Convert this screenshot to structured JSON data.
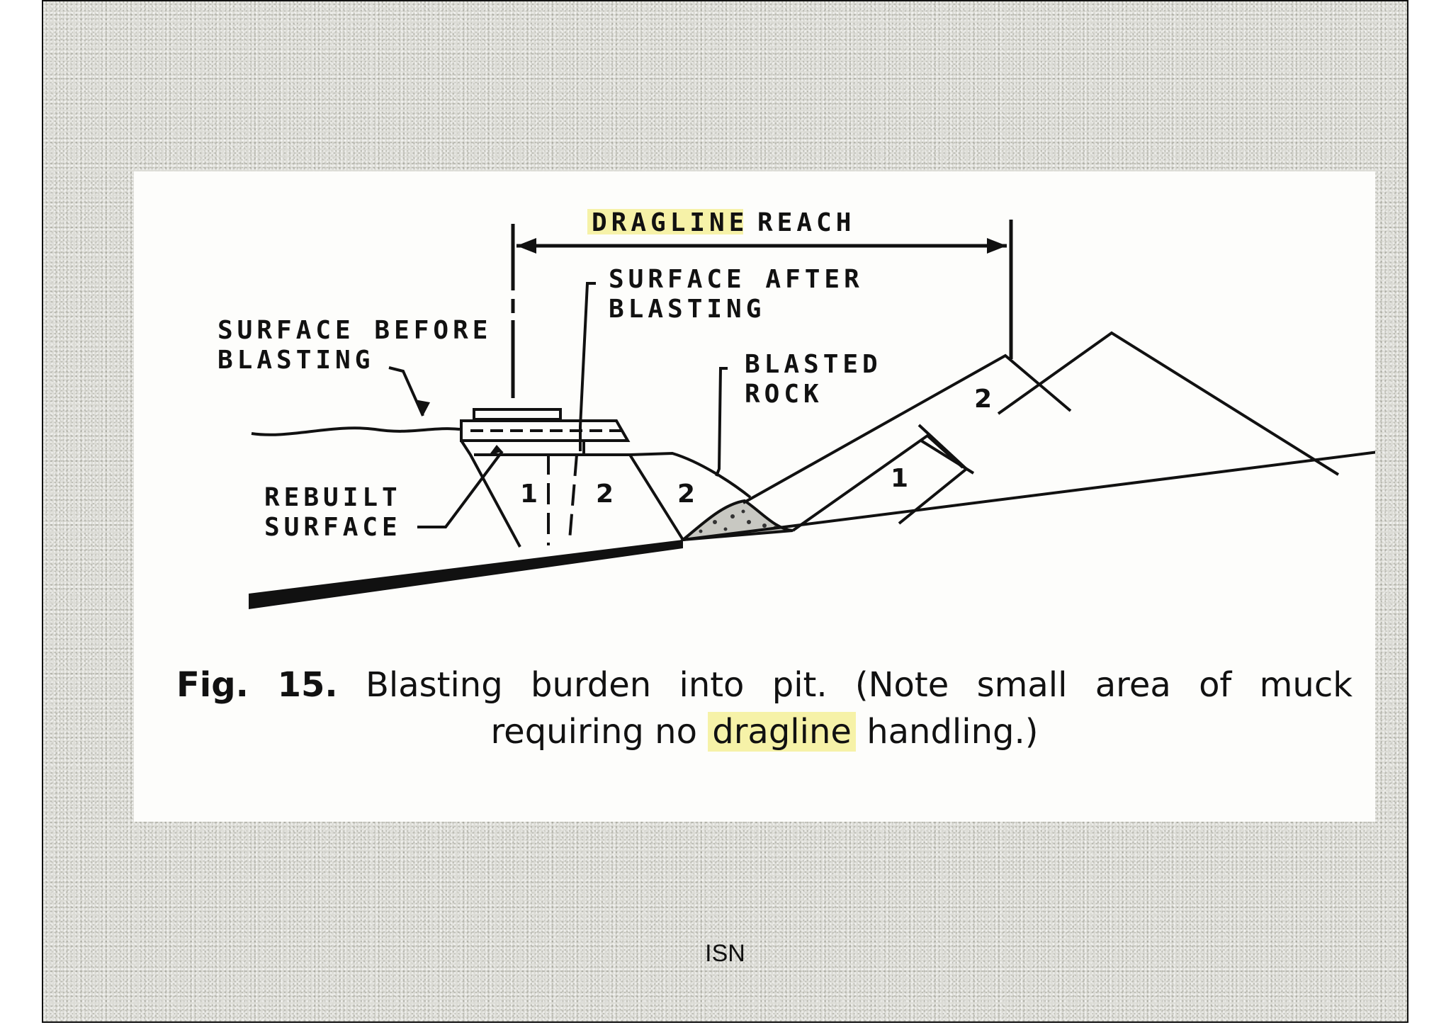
{
  "diagram": {
    "reach_label_part1": "DRAGLINE",
    "reach_label_part2": "REACH",
    "surface_after_line1": "SURFACE AFTER",
    "surface_after_line2": "BLASTING",
    "surface_before_line1": "SURFACE BEFORE",
    "surface_before_line2": "BLASTING",
    "blasted_rock_line1": "BLASTED",
    "blasted_rock_line2": "ROCK",
    "rebuilt_line1": "REBUILT",
    "rebuilt_line2": "SURFACE",
    "block_1": "1",
    "block_2": "2",
    "spoil_1": "1",
    "spoil_2": "2",
    "blasted_2": "2"
  },
  "caption": {
    "fig": "Fig. 15.",
    "line1_rest": "Blasting burden into pit. (Note small area of muck",
    "line2_before": "requiring no",
    "line2_highlight": "dragline",
    "line2_after": "handling.)"
  },
  "footer": {
    "text": "ISN"
  },
  "colors": {
    "highlight": "#f6f2a8",
    "background": "#dcdcd6",
    "panel": "#fdfdfb"
  }
}
